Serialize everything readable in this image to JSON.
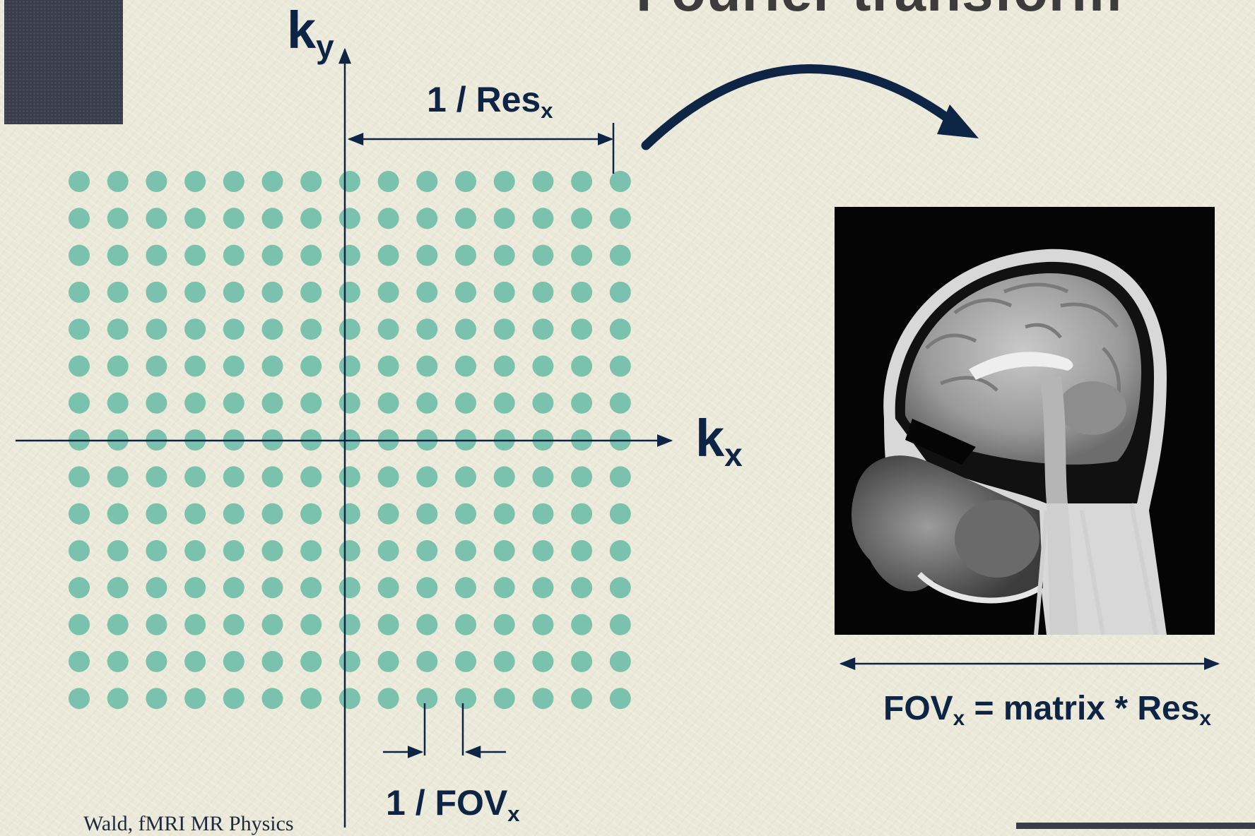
{
  "slide": {
    "title": "Fourier transform",
    "credit": "Wald, fMRI MR Physics"
  },
  "labels": {
    "ky": {
      "main": "k",
      "sub": "y"
    },
    "kx": {
      "main": "k",
      "sub": "x"
    },
    "res": {
      "main": "1 / Res",
      "sub": "x"
    },
    "fov": {
      "main": "1 / FOV",
      "sub": "x"
    },
    "formula": {
      "p1": "FOV",
      "s1": "x",
      "p2": " = matrix * Res",
      "s2": "x"
    }
  },
  "kspace_grid": {
    "columns": 15,
    "rows": 15,
    "dot_color": "#7bc2ae"
  },
  "colors": {
    "navy": "#0e2444",
    "dot": "#7bc2ae"
  },
  "image": {
    "description_icon": "sagittal-brain-mri"
  }
}
